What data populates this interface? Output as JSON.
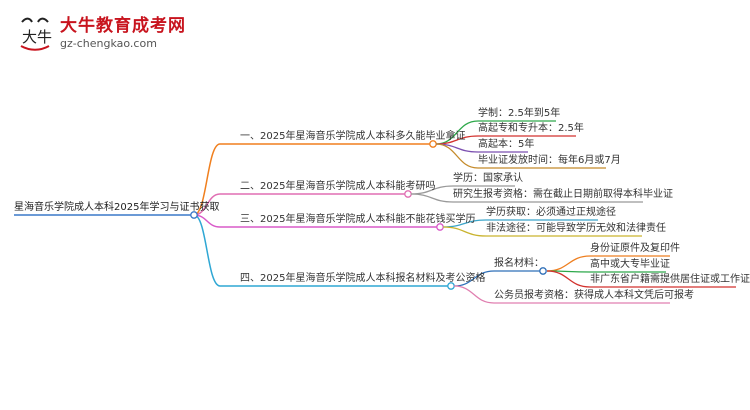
{
  "brand": {
    "name": "大牛教育成考网",
    "url": "gz-chengkao.com",
    "mark_text": "大牛"
  },
  "mindmap": {
    "root": "星海音乐学院成人本科2025年学习与证书获取",
    "branches": [
      {
        "label": "一、2025年星海音乐学院成人本科多久能毕业拿证",
        "color": "#f07f1e",
        "children": [
          "学制：2.5年到5年",
          "高起专和专升本：2.5年",
          "高起本：5年",
          "毕业证发放时间：每年6月或7月"
        ],
        "child_colors": [
          "#2da84a",
          "#d2312d",
          "#7b4fb0",
          "#c48a2a"
        ]
      },
      {
        "label": "二、2025年星海音乐学院成人本科能考研吗",
        "color": "#e06fb3",
        "children": [
          "学历：国家承认",
          "研究生报考资格：需在截止日期前取得本科毕业证"
        ],
        "child_colors": [
          "#999999",
          "#999999"
        ]
      },
      {
        "label": "三、2025年星海音乐学院成人本科能不能花钱买学历",
        "color": "#d95ac9",
        "children": [
          "学历获取：必须通过正规途径",
          "非法途径：可能导致学历无效和法律责任"
        ],
        "child_colors": [
          "#3ba5c9",
          "#c9b32e"
        ]
      },
      {
        "label": "四、2025年星海音乐学院成人本科报名材料及考公资格",
        "color": "#2fa7d4",
        "children": [
          "报名材料：",
          "公务员报考资格：获得成人本科文凭后可报考"
        ],
        "child_colors": [
          "#2e6fb8",
          "#e07fb0"
        ],
        "grandchildren": [
          "身份证原件及复印件",
          "高中或大专毕业证",
          "非广东省户籍需提供居住证或工作证明"
        ],
        "grandchild_colors": [
          "#ee7f20",
          "#2da84a",
          "#d2312d"
        ]
      }
    ]
  }
}
